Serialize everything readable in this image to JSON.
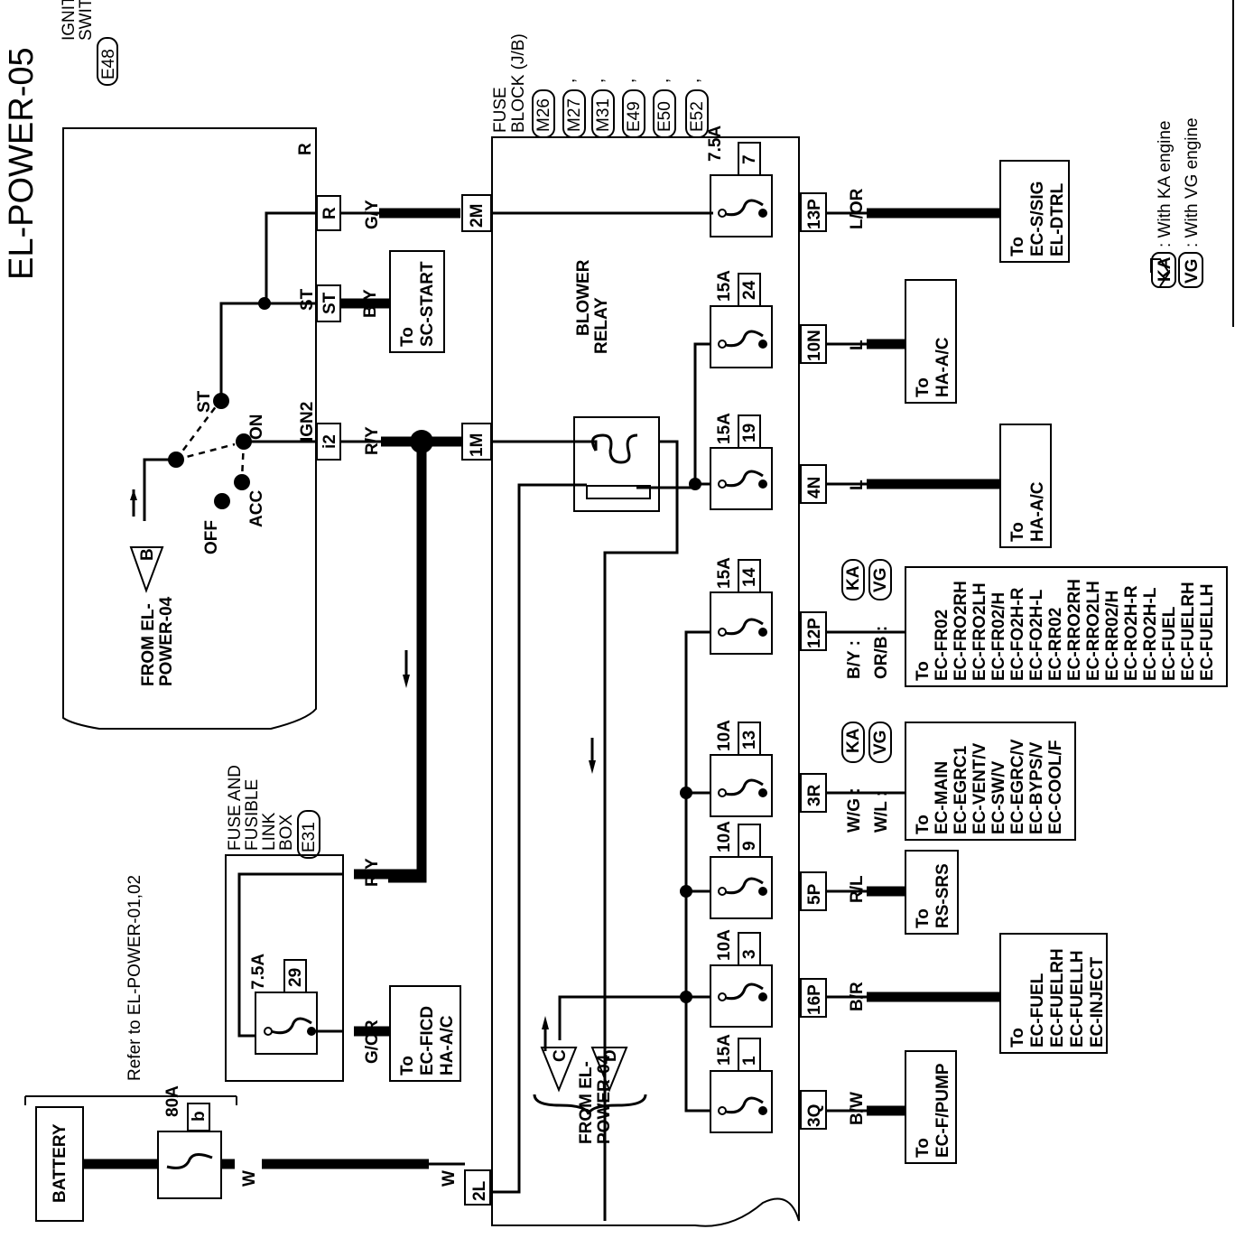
{
  "title": "EL-POWER-05",
  "ignition_switch": {
    "name_line1": "IGNITION",
    "name_line2": "SWITCH",
    "connector": "E48",
    "terminals": [
      "R",
      "ST",
      "IGN2"
    ],
    "positions": [
      "ST",
      "ON",
      "ACC",
      "OFF"
    ],
    "input_ref": "B",
    "from_line1": "FROM EL-",
    "from_line2": "POWER-04"
  },
  "ign_connectors": {
    "R": "R",
    "ST": "ST",
    "IGN2": "i2"
  },
  "fuse_block": {
    "name_line1": "FUSE",
    "name_line2": "BLOCK (J/B)",
    "connectors": [
      "M26",
      "M27",
      "M31",
      "E49",
      "E50",
      "E52"
    ],
    "commas": [
      ",",
      ",",
      ",",
      ",",
      ","
    ],
    "inputs": [
      "2M",
      "1M",
      "2L"
    ],
    "from_line1": "FROM EL-",
    "from_line2": "POWER-04",
    "refs": [
      "C",
      "D"
    ]
  },
  "blower_relay": {
    "line1": "BLOWER",
    "line2": "RELAY"
  },
  "fuses": [
    {
      "rating": "7.5A",
      "num": "7",
      "terminal": "13P",
      "wire": "L/OR",
      "dest": [
        "To",
        "EC-S/SIG",
        "EL-DTRL"
      ]
    },
    {
      "rating": "15A",
      "num": "24",
      "terminal": "10N",
      "wire": "L",
      "dest": [
        "To",
        "HA-A/C"
      ]
    },
    {
      "rating": "15A",
      "num": "19",
      "terminal": "4N",
      "wire": "L",
      "dest": [
        "To",
        "HA-A/C"
      ]
    },
    {
      "rating": "15A",
      "num": "14",
      "terminal": "12P",
      "wire_ka": "B/Y :",
      "wire_vg": "OR/B :",
      "dest": [
        "To",
        "EC-FR02",
        "EC-FRO2RH",
        "EC-FRO2LH",
        "EC-FR02/H",
        "EC-FO2H-R",
        "EC-FO2H-L",
        "EC-RR02",
        "EC-RRO2RH",
        "EC-RRO2LH",
        "EC-RR02/H",
        "EC-RO2H-R",
        "EC-RO2H-L",
        "EC-FUEL",
        "EC-FUELRH",
        "EC-FUELLH"
      ]
    },
    {
      "rating": "10A",
      "num": "13",
      "terminal": "3R",
      "wire_ka": "W/G :",
      "wire_vg": "W/L :",
      "dest": [
        "To",
        "EC-MAIN",
        "EC-EGRC1",
        "EC-VENT/V",
        "EC-SW/V",
        "EC-EGRC/V",
        "EC-BYPS/V",
        "EC-COOL/F"
      ]
    },
    {
      "rating": "10A",
      "num": "9",
      "terminal": "5P",
      "wire": "R/L",
      "dest": [
        "To",
        "RS-SRS"
      ]
    },
    {
      "rating": "10A",
      "num": "3",
      "terminal": "16P",
      "wire": "B/R",
      "dest": [
        "To",
        "EC-FUEL",
        "EC-FUELRH",
        "EC-FUELLH",
        "EC-INJECT"
      ]
    },
    {
      "rating": "15A",
      "num": "1",
      "terminal": "3Q",
      "wire": "B/W",
      "dest": [
        "To",
        "EC-F/PUMP"
      ]
    }
  ],
  "wires": {
    "gy": "G/Y",
    "by": "B/Y",
    "ry": "R/Y",
    "ry2": "R/Y",
    "w1": "W",
    "w2": "W",
    "gor": "G/OR"
  },
  "sc_start": [
    "To",
    "SC-START"
  ],
  "fusible_link_box": {
    "lines": [
      "FUSE AND",
      "FUSIBLE",
      "LINK",
      "BOX"
    ],
    "connector": "E31",
    "fuse_rating": "7.5A",
    "fuse_num": "29",
    "dest": [
      "To",
      "EC-FICD",
      "HA-A/C"
    ]
  },
  "battery": {
    "label": "BATTERY",
    "link_rating": "80A",
    "link_id": "b",
    "refer": "Refer to EL-POWER-01,02"
  },
  "legend": {
    "ka_badge": "KA",
    "ka_text": ": With KA engine",
    "vg_badge": "VG",
    "vg_text": ": With VG engine"
  }
}
